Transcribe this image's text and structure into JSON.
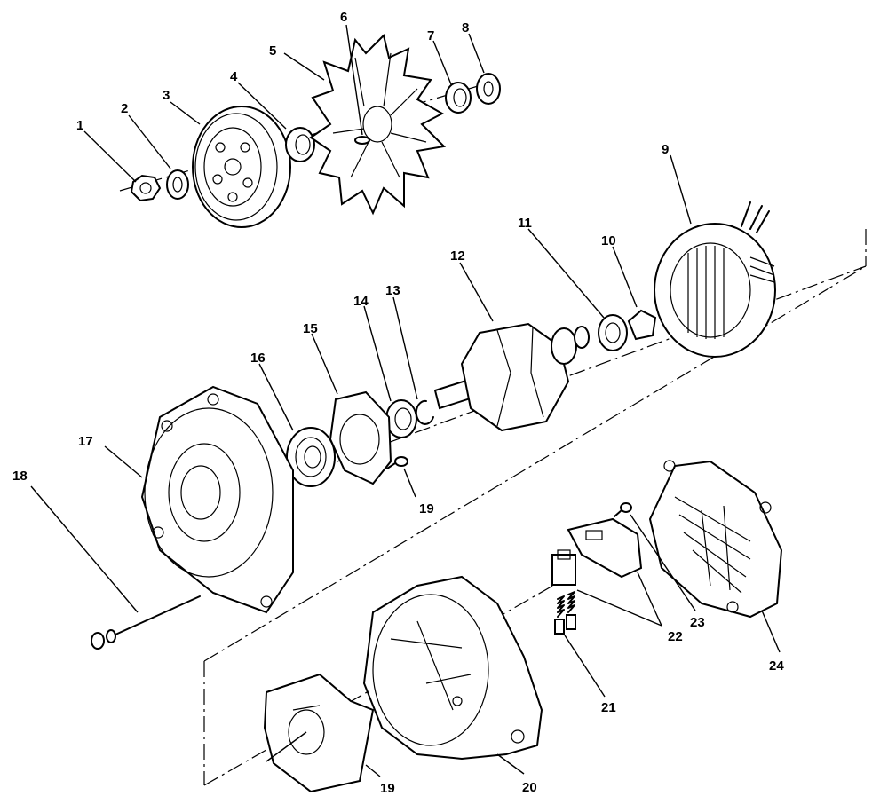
{
  "callouts": [
    "1",
    "2",
    "3",
    "4",
    "5",
    "6",
    "7",
    "8",
    "9",
    "10",
    "11",
    "12",
    "13",
    "14",
    "15",
    "16",
    "17",
    "18",
    "19",
    "19",
    "20",
    "21",
    "22",
    "23",
    "24"
  ],
  "colors": {
    "ink": "#000000",
    "paper": "#ffffff"
  }
}
